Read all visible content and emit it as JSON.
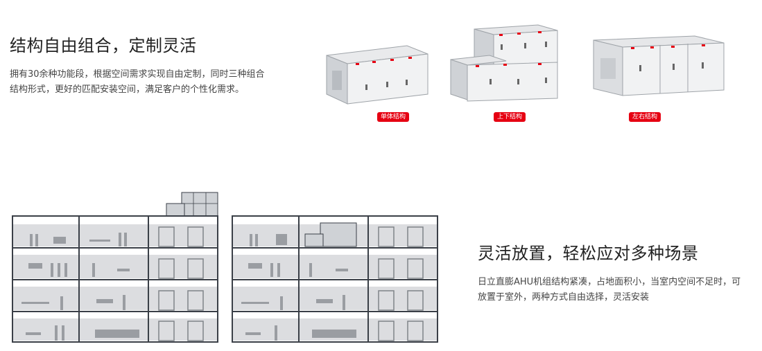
{
  "section1": {
    "title": "结构自由组合，定制灵活",
    "description": "拥有30余种功能段，根据空间需求实现自由定制，同时三种组合结构形式，更好的匹配安装空间，满足客户的个性化需求。",
    "units": [
      {
        "label": "单体结构",
        "icon": "single-unit-ahu"
      },
      {
        "label": "上下结构",
        "icon": "stacked-unit-ahu"
      },
      {
        "label": "左右结构",
        "icon": "side-by-side-unit-ahu"
      }
    ]
  },
  "section2": {
    "title": "灵活放置，轻松应对多种场景",
    "description": "日立直膨AHU机组结构紧凑，占地面积小，当室内空间不足时，可放置于室外，两种方式自由选择，灵活安装",
    "illustrations": [
      {
        "icon": "building-rooftop-install"
      },
      {
        "icon": "building-indoor-install"
      }
    ]
  },
  "colors": {
    "accent": "#e60012",
    "frame": "#3a3f47",
    "floor": "#d9dadc"
  }
}
